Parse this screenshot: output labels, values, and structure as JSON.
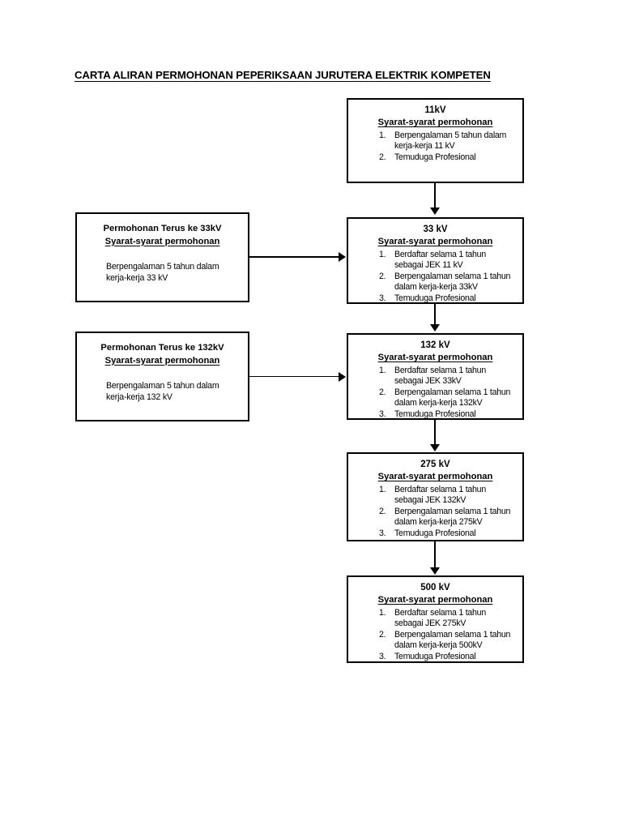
{
  "document": {
    "title": "CARTA ALIRAN PERMOHONAN PEPERIKSAAN JURUTERA ELEKTRIK KOMPETEN"
  },
  "labels": {
    "syarat_heading": "Syarat-syarat permohonan"
  },
  "nodes": {
    "kv11": {
      "title": "11kV",
      "subtitle": "Syarat-syarat permohonan",
      "items": [
        {
          "num": "1.",
          "line1": "Berpengalaman 5 tahun dalam",
          "line2": "kerja-kerja 11 kV"
        },
        {
          "num": "2.",
          "line1": "Temuduga Profesional",
          "line2": ""
        }
      ]
    },
    "kv33": {
      "title": "33 kV",
      "subtitle": "Syarat-syarat permohonan",
      "items": [
        {
          "num": "1.",
          "line1": "Berdaftar selama 1 tahun",
          "line2": "sebagai JEK 11 kV"
        },
        {
          "num": "2.",
          "line1": "Berpengalaman selama 1 tahun",
          "line2": "dalam kerja-kerja 33kV"
        },
        {
          "num": "3.",
          "line1": "Temuduga Profesional",
          "line2": ""
        }
      ]
    },
    "kv132": {
      "title": "132 kV",
      "subtitle": "Syarat-syarat permohonan",
      "items": [
        {
          "num": "1.",
          "line1": "Berdaftar selama 1 tahun",
          "line2": "sebagai JEK 33kV"
        },
        {
          "num": "2.",
          "line1": "Berpengalaman selama 1 tahun",
          "line2": "dalam kerja-kerja 132kV"
        },
        {
          "num": "3.",
          "line1": "Temuduga Profesional",
          "line2": ""
        }
      ]
    },
    "kv275": {
      "title": "275 kV",
      "subtitle": "Syarat-syarat permohonan",
      "items": [
        {
          "num": "1.",
          "line1": "Berdaftar selama 1 tahun",
          "line2": "sebagai JEK 132kV"
        },
        {
          "num": "2.",
          "line1": "Berpengalaman selama 1 tahun",
          "line2": "dalam kerja-kerja 275kV"
        },
        {
          "num": "3.",
          "line1": "Temuduga Profesional",
          "line2": ""
        }
      ]
    },
    "kv500": {
      "title": "500 kV",
      "subtitle": "Syarat-syarat permohonan",
      "items": [
        {
          "num": "1.",
          "line1": "Berdaftar selama 1 tahun",
          "line2": "sebagai JEK 275kV"
        },
        {
          "num": "2.",
          "line1": "Berpengalaman selama 1 tahun",
          "line2": "dalam kerja-kerja 500kV"
        },
        {
          "num": "3.",
          "line1": "Temuduga Profesional",
          "line2": ""
        }
      ]
    },
    "direct33": {
      "title": "Permohonan Terus ke 33kV",
      "subtitle": "Syarat-syarat permohonan",
      "body_line1": "Berpengalaman 5 tahun dalam",
      "body_line2": "kerja-kerja 33 kV"
    },
    "direct132": {
      "title": "Permohonan Terus ke 132kV",
      "subtitle": "Syarat-syarat permohonan",
      "body_line1": "Berpengalaman 5 tahun dalam",
      "body_line2": "kerja-kerja 132 kV"
    }
  },
  "colors": {
    "ink": "#000000",
    "paper": "#ffffff"
  }
}
